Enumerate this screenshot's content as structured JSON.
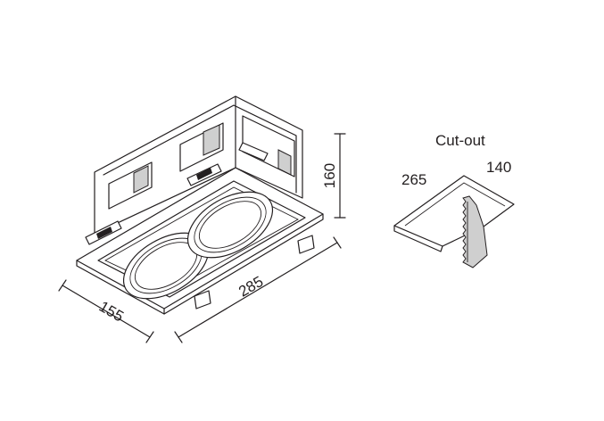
{
  "diagram": {
    "dimensions": {
      "width": "285",
      "depth": "155",
      "height": "160"
    },
    "cutout": {
      "title": "Cut-out",
      "length": "265",
      "width": "140"
    }
  }
}
